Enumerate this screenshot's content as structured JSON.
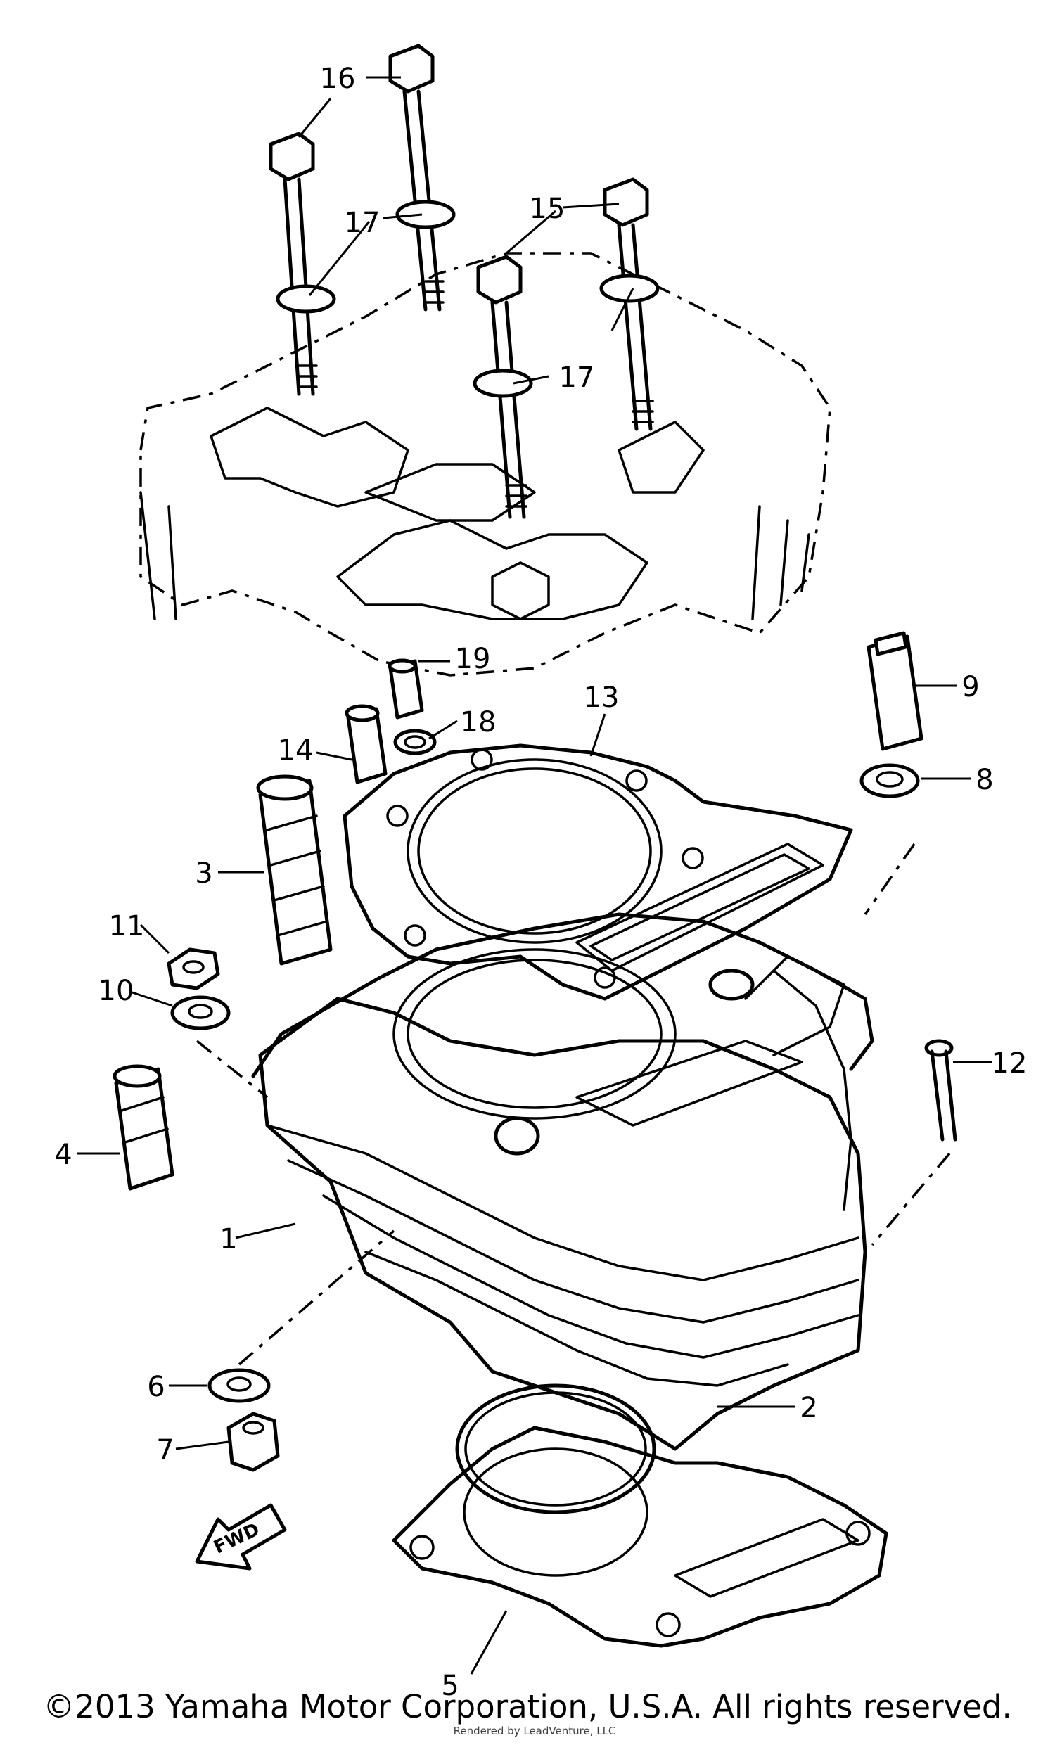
{
  "callouts": [
    {
      "id": "c16",
      "text": "16"
    },
    {
      "id": "c17a",
      "text": "17"
    },
    {
      "id": "c15",
      "text": "15"
    },
    {
      "id": "c17b",
      "text": "17"
    },
    {
      "id": "c19",
      "text": "19"
    },
    {
      "id": "c18",
      "text": "18"
    },
    {
      "id": "c13",
      "text": "13"
    },
    {
      "id": "c14",
      "text": "14"
    },
    {
      "id": "c9",
      "text": "9"
    },
    {
      "id": "c8",
      "text": "8"
    },
    {
      "id": "c3",
      "text": "3"
    },
    {
      "id": "c11",
      "text": "11"
    },
    {
      "id": "c10",
      "text": "10"
    },
    {
      "id": "c12",
      "text": "12"
    },
    {
      "id": "c4",
      "text": "4"
    },
    {
      "id": "c1",
      "text": "1"
    },
    {
      "id": "c2",
      "text": "2"
    },
    {
      "id": "c6",
      "text": "6"
    },
    {
      "id": "c7",
      "text": "7"
    },
    {
      "id": "c5",
      "text": "5"
    }
  ],
  "fwd_arrow_label": "FWD",
  "copyright": "©2013 Yamaha Motor Corporation, U.S.A. All rights reserved.",
  "rendered_by": "Rendered by LeadVenture, LLC"
}
